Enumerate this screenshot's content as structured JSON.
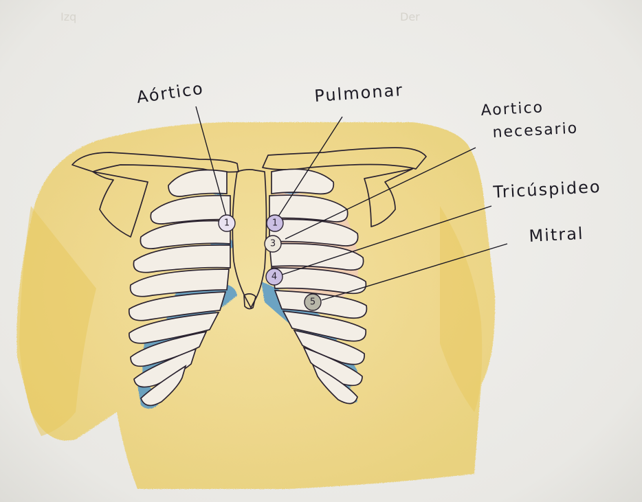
{
  "corner_labels": {
    "left": "Izq",
    "right": "Der"
  },
  "labels": {
    "aortico": "Aórtico",
    "pulmonar": "Pulmonar",
    "aortico_accesorio_line1": "Aortico",
    "aortico_accesorio_line2": "necesario",
    "tricuspideo": "Tricúspideo",
    "mitral": "Mitral"
  },
  "points": [
    {
      "number": "1",
      "focus": "aortico"
    },
    {
      "number": "1",
      "focus": "pulmonar"
    },
    {
      "number": "3",
      "focus": "aortico_accesorio"
    },
    {
      "number": "4",
      "focus": "tricuspideo"
    },
    {
      "number": "5",
      "focus": "mitral"
    }
  ],
  "colors": {
    "paper": "#efeeea",
    "torso_yellow": "#efd98a",
    "rib_fill": "#f3eee6",
    "intercostal_blue": "#3f8fce",
    "heart_pink": "#f0c9bc",
    "ink": "#1c1a24",
    "marker_purple": "#cbbfe3"
  }
}
